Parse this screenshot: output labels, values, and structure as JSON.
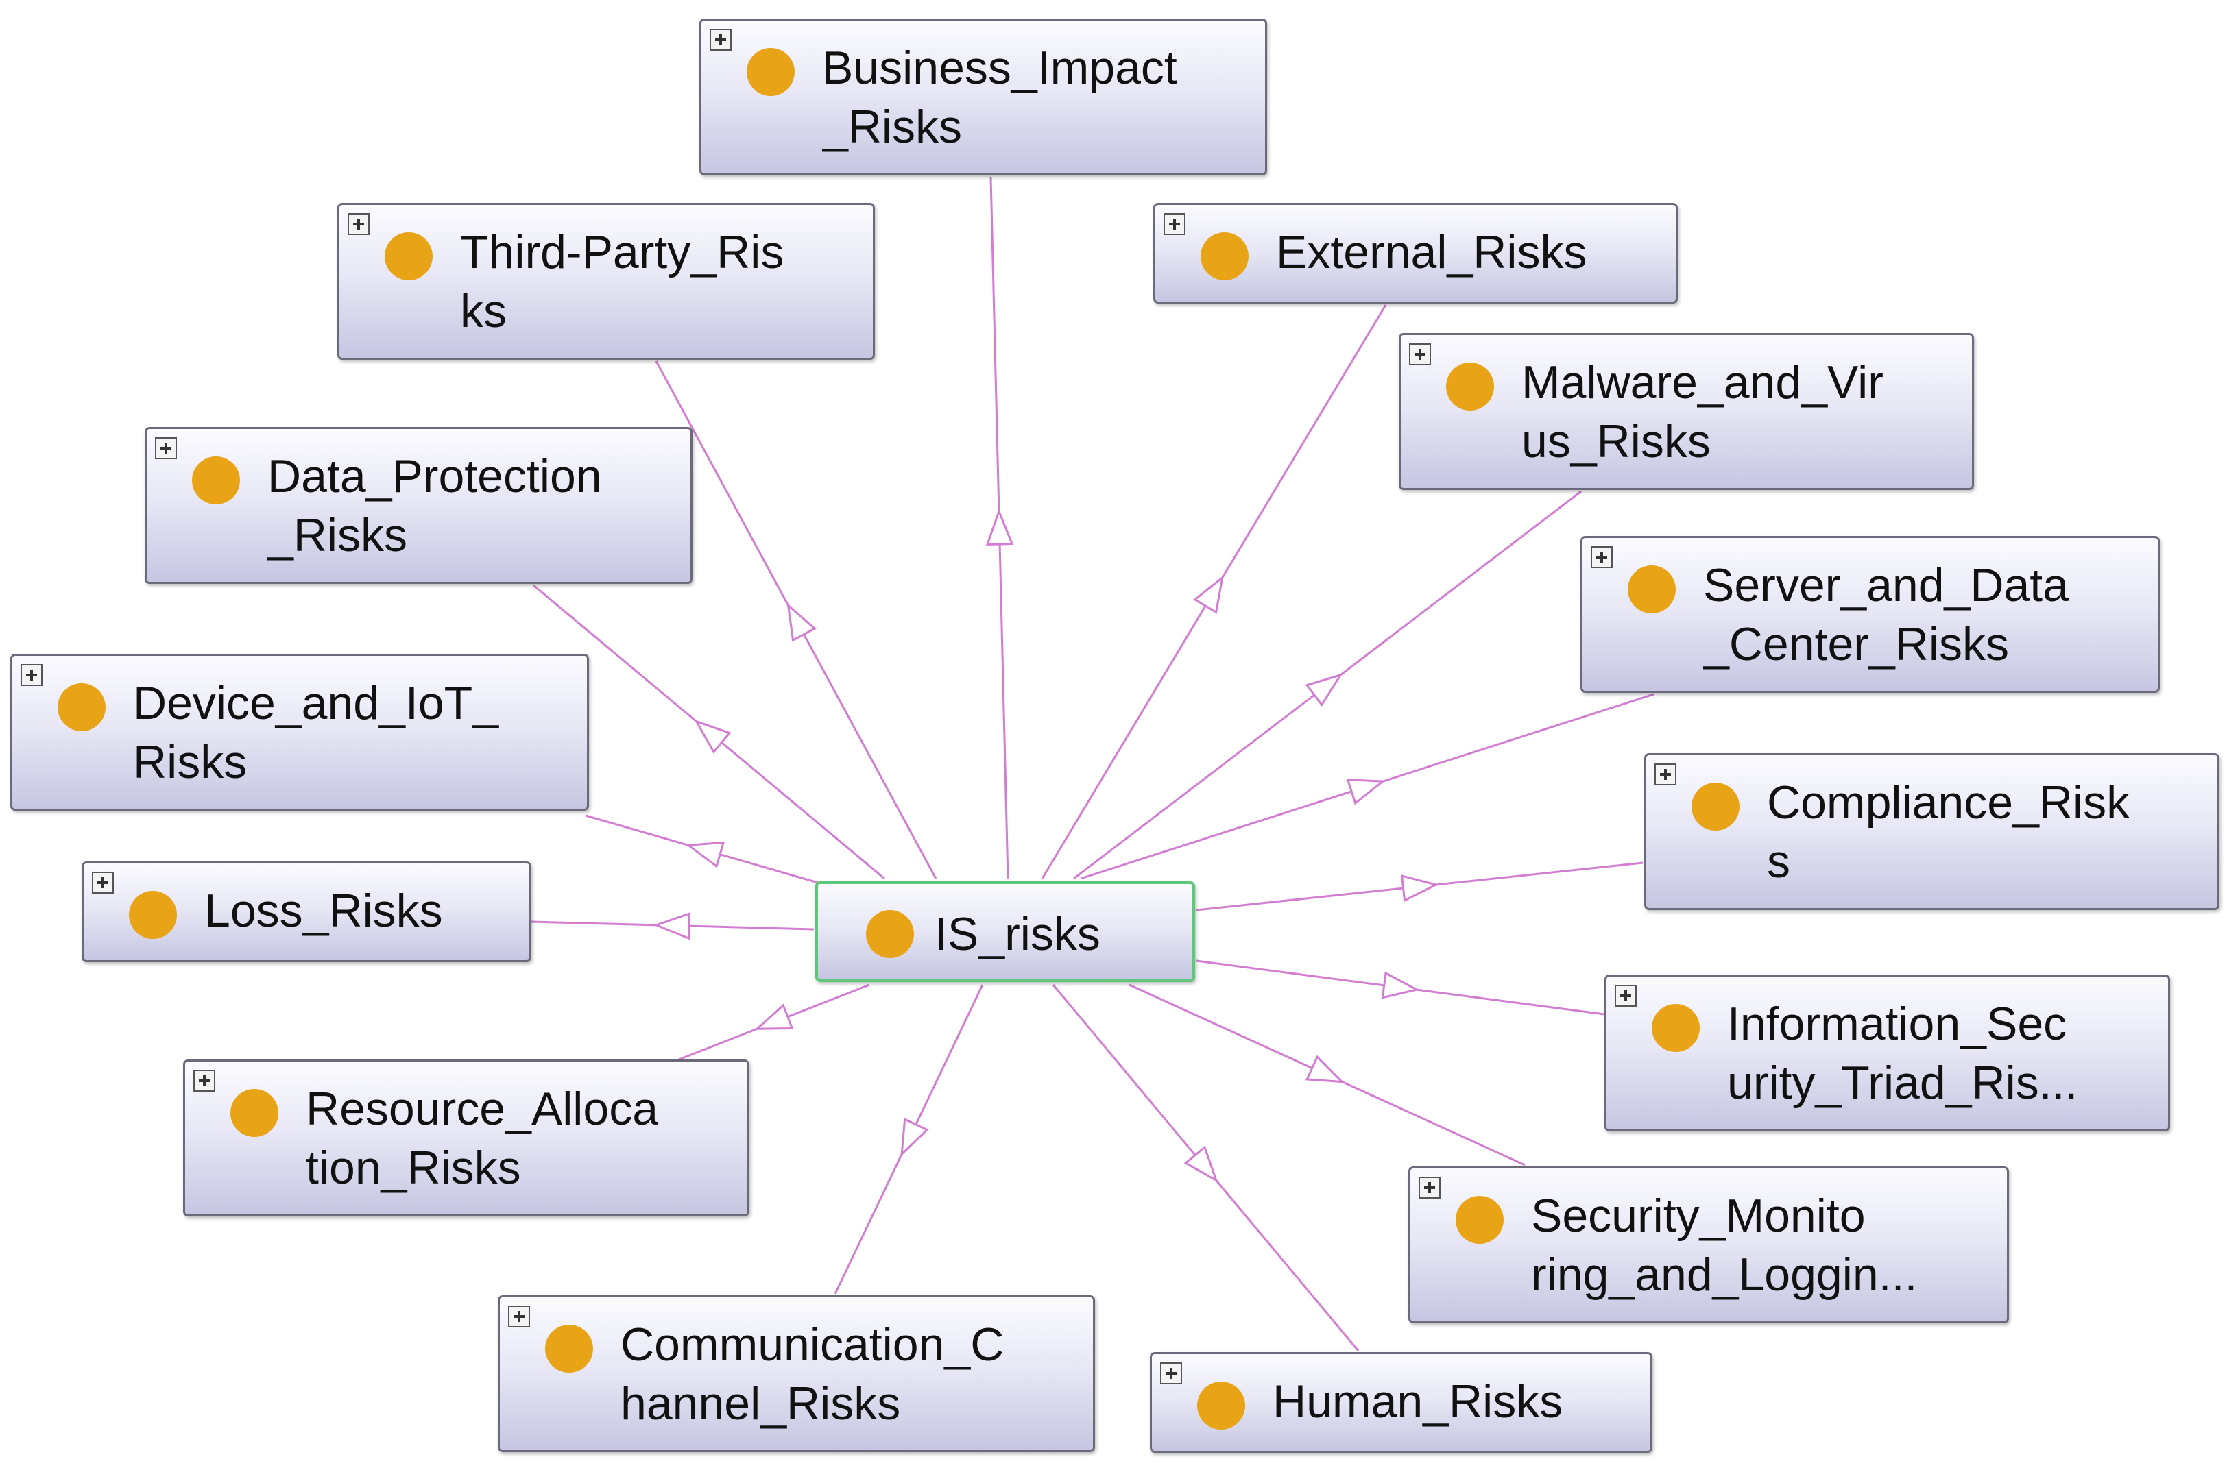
{
  "root": {
    "id": "is",
    "label": "IS_risks"
  },
  "nodes": [
    {
      "id": "biz",
      "label": "Business_Impact\n_Risks"
    },
    {
      "id": "third",
      "label": "Third-Party_Ris\nks"
    },
    {
      "id": "ext",
      "label": "External_Risks"
    },
    {
      "id": "mal",
      "label": "Malware_and_Vir\nus_Risks"
    },
    {
      "id": "datap",
      "label": "Data_Protection\n_Risks"
    },
    {
      "id": "srv",
      "label": "Server_and_Data\n_Center_Risks"
    },
    {
      "id": "dev",
      "label": "Device_and_IoT_\nRisks"
    },
    {
      "id": "comp",
      "label": "Compliance_Risk\ns"
    },
    {
      "id": "loss",
      "label": "Loss_Risks"
    },
    {
      "id": "info",
      "label": "Information_Sec\nurity_Triad_Ris..."
    },
    {
      "id": "res",
      "label": "Resource_Alloca\ntion_Risks"
    },
    {
      "id": "sec",
      "label": "Security_Monito\nring_and_Loggin..."
    },
    {
      "id": "commc",
      "label": "Communication_C\nhannel_Risks"
    },
    {
      "id": "hum",
      "label": "Human_Risks"
    }
  ],
  "edges": [
    {
      "from": "is",
      "to": "biz"
    },
    {
      "from": "is",
      "to": "third"
    },
    {
      "from": "is",
      "to": "ext"
    },
    {
      "from": "is",
      "to": "mal"
    },
    {
      "from": "is",
      "to": "datap"
    },
    {
      "from": "is",
      "to": "srv"
    },
    {
      "from": "is",
      "to": "dev"
    },
    {
      "from": "is",
      "to": "comp"
    },
    {
      "from": "is",
      "to": "loss"
    },
    {
      "from": "is",
      "to": "info"
    },
    {
      "from": "is",
      "to": "res"
    },
    {
      "from": "is",
      "to": "sec"
    },
    {
      "from": "is",
      "to": "commc"
    },
    {
      "from": "is",
      "to": "hum"
    }
  ],
  "colors": {
    "edge": "#d27dd2",
    "node_dot": "#e8a317",
    "root_border": "#5ec77a"
  },
  "icons": {
    "expander": "plus-box-icon",
    "node_marker": "class-circle-icon"
  }
}
